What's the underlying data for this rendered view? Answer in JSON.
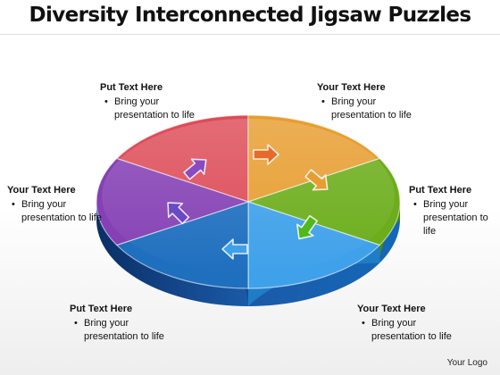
{
  "title": "Diversity Interconnected Jigsaw Puzzles",
  "pieces": [
    {
      "id": "top-left",
      "color": "#dd4b57",
      "shade": "#b83541"
    },
    {
      "id": "top-right",
      "color": "#e79d2f",
      "shade": "#c07c16"
    },
    {
      "id": "right",
      "color": "#6bad1a",
      "shade": "#4f8a0c"
    },
    {
      "id": "bottom-right",
      "color": "#3fa1ea",
      "shade": "#1f7dc7"
    },
    {
      "id": "bottom-left",
      "color": "#1f6fbf",
      "shade": "#0e4f93"
    },
    {
      "id": "left",
      "color": "#8440b4",
      "shade": "#642c8c"
    }
  ],
  "labels": {
    "top_left": {
      "heading": "Put Text Here",
      "line1": "Bring your",
      "line2": "presentation to life"
    },
    "top_right": {
      "heading": "Your Text Here",
      "line1": "Bring your",
      "line2": "presentation to life"
    },
    "left": {
      "heading": "Your Text Here",
      "line1": "Bring your",
      "line2": "presentation to life"
    },
    "right": {
      "heading": "Put Text Here",
      "line1": "Bring your",
      "line2": "presentation to life"
    },
    "bottom_left": {
      "heading": "Put Text Here",
      "line1": "Bring your",
      "line2": "presentation to life"
    },
    "bottom_right": {
      "heading": "Your Text Here",
      "line1": "Bring your",
      "line2": "presentation to life"
    }
  },
  "logo": "Your Logo"
}
